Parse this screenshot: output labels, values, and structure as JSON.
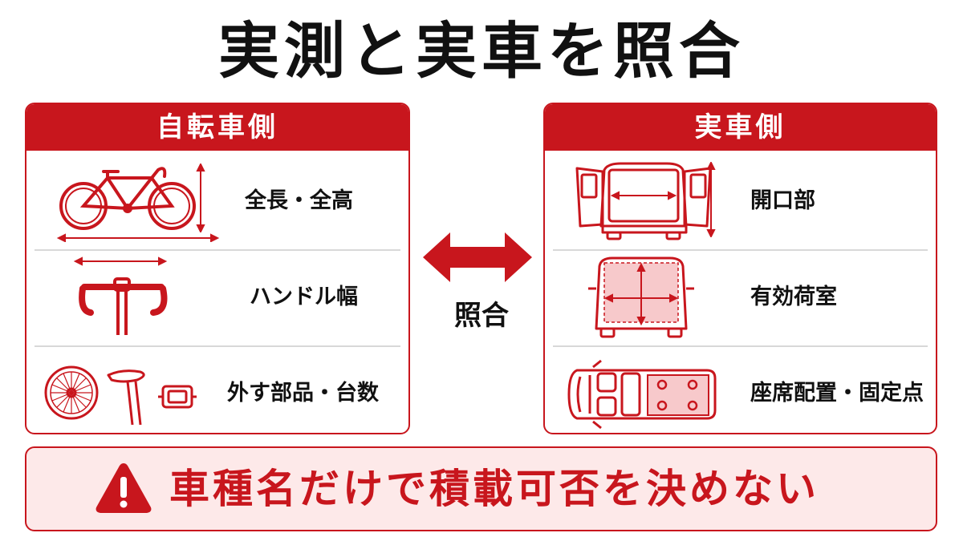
{
  "title": "実測と実車を照合",
  "left_panel": {
    "header": "自転車側",
    "rows": [
      {
        "label": "全長・全高",
        "icon": "bicycle-icon"
      },
      {
        "label": "ハンドル幅",
        "icon": "handlebar-icon"
      },
      {
        "label": "外す部品・台数",
        "icon": "removable-parts-icon"
      }
    ]
  },
  "right_panel": {
    "header": "実車側",
    "rows": [
      {
        "label": "開口部",
        "icon": "van-rear-opening-icon"
      },
      {
        "label": "有効荷室",
        "icon": "cargo-space-icon"
      },
      {
        "label": "座席配置・固定点",
        "icon": "seat-layout-icon"
      }
    ]
  },
  "center": {
    "label": "照合",
    "icon": "double-arrow-icon"
  },
  "warning": {
    "text": "車種名だけで積載可否を決めない",
    "icon": "warning-triangle-icon"
  },
  "colors": {
    "accent": "#c8161d",
    "warning_bg": "#fde9e9",
    "cargo_fill": "#f7c9cb"
  }
}
